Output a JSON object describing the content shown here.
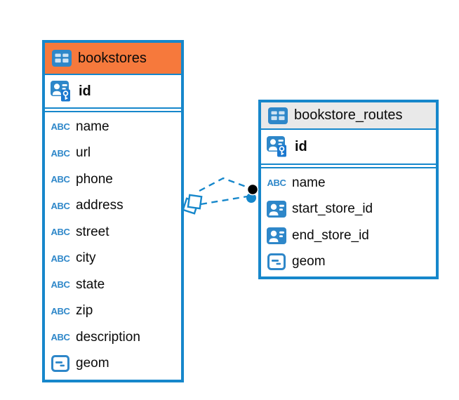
{
  "icons": {
    "abc_label": "ABC"
  },
  "colors": {
    "border_blue": "#1687cb",
    "header_orange": "#f6793c",
    "header_gray": "#e9e9e9",
    "icon_blue": "#2e87c9",
    "key_panel_blue": "#1a78cf",
    "relation_dot_black": "#000000",
    "text": "#0a0a0a"
  },
  "tables": [
    {
      "title": "bookstores",
      "primary_key": {
        "label": "id",
        "icon": "person-id-key-icon"
      },
      "columns": [
        {
          "label": "name",
          "icon": "text-abc-icon"
        },
        {
          "label": "url",
          "icon": "text-abc-icon"
        },
        {
          "label": "phone",
          "icon": "text-abc-icon"
        },
        {
          "label": "address",
          "icon": "text-abc-icon"
        },
        {
          "label": "street",
          "icon": "text-abc-icon"
        },
        {
          "label": "city",
          "icon": "text-abc-icon"
        },
        {
          "label": "state",
          "icon": "text-abc-icon"
        },
        {
          "label": "zip",
          "icon": "text-abc-icon"
        },
        {
          "label": "description",
          "icon": "text-abc-icon"
        },
        {
          "label": "geom",
          "icon": "geometry-icon"
        }
      ]
    },
    {
      "title": "bookstore_routes",
      "primary_key": {
        "label": "id",
        "icon": "person-id-key-icon"
      },
      "columns": [
        {
          "label": "name",
          "icon": "text-abc-icon"
        },
        {
          "label": "start_store_id",
          "icon": "person-ref-icon"
        },
        {
          "label": "end_store_id",
          "icon": "person-ref-icon"
        },
        {
          "label": "geom",
          "icon": "geometry-icon"
        }
      ]
    }
  ]
}
